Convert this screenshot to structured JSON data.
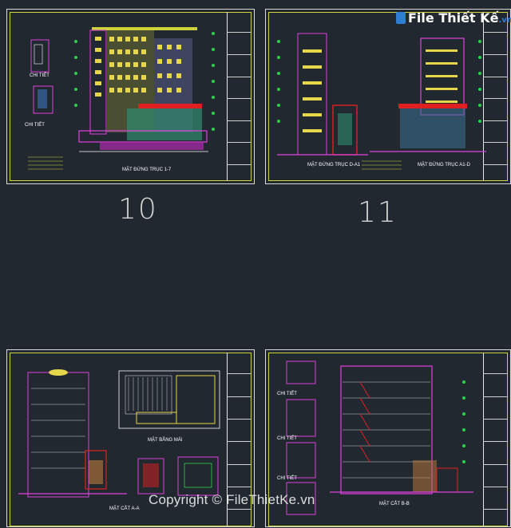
{
  "sheets": [
    {
      "number": "10",
      "title": "MẶT ĐỨNG TRỤC 1-7",
      "details": [
        "CHI TIẾT",
        "CHI TIẾT"
      ]
    },
    {
      "number": "11",
      "title": "MẶT ĐỨNG TRỤC D-A1",
      "title2": "MẶT ĐỨNG TRỤC A1-D"
    },
    {
      "title": "MẶT BẰNG MÁI",
      "title2": "MẶT CẮT A-A"
    },
    {
      "title": "MẶT CẮT B-B",
      "details": [
        "CHI TIẾT",
        "CHI TIẾT",
        "CHI TIẾT"
      ]
    }
  ],
  "logo": {
    "name": "File Thiết Kế",
    "domain": ".vn"
  },
  "watermark": "Copyright © FileThietKe.vn",
  "colors": {
    "background": "#212830",
    "frame": "#cfd33a",
    "accent": "#2e7fd1"
  }
}
